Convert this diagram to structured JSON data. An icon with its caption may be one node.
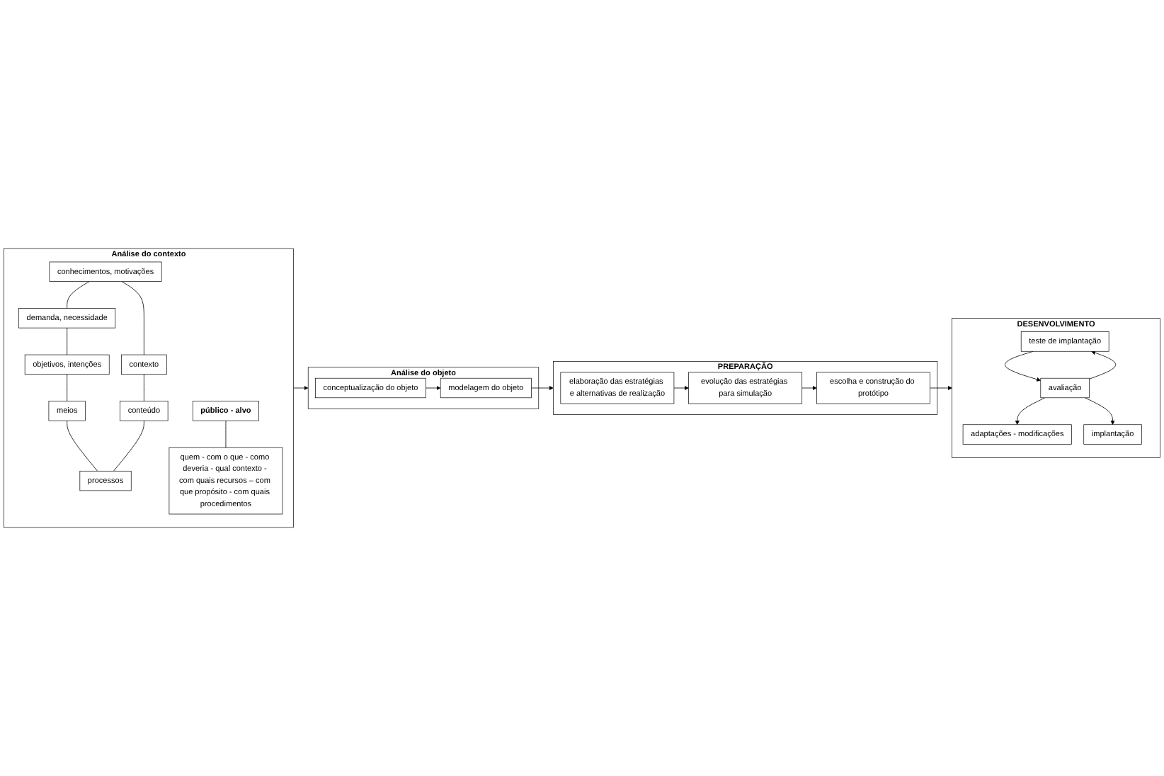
{
  "diagram": {
    "nodes": [
      {
        "text": [
          "Análise do objeto"
        ]
      },
      {
        "text": [
          "conceptualização do objeto"
        ],
        "in": 0
      },
      {
        "text": [
          "modelagem do objeto"
        ],
        "in": 0
      },
      {
        "text": [
          "Análise do contexto"
        ]
      },
      {
        "text": [
          "conhecimentos, motivações"
        ],
        "in": 3
      },
      {
        "text": [
          "demanda, necessidade"
        ],
        "in": 3
      },
      {
        "text": [
          "objetivos, intenções"
        ],
        "in": 3
      },
      {
        "text": [
          "público - alvo"
        ],
        "in": 3
      },
      {
        "text": [
          "contexto"
        ],
        "in": 3
      },
      {
        "text": [
          "meios"
        ],
        "in": 3
      },
      {
        "text": [
          "conteúdo"
        ],
        "in": 3
      },
      {
        "text": [
          "processos"
        ],
        "in": 3
      },
      {
        "text": [
          "quem - com o que - como deveria - qual contexto - com quais recursos – com que propósito - com quais procedimentos"
        ],
        "in": 3
      },
      {
        "text": [
          "PREPARAÇÃO"
        ]
      },
      {
        "text": [
          "elaboração das estratégias e alternativas de realização"
        ],
        "in": 13
      },
      {
        "text": [
          "evolução das estratégias para simulação"
        ],
        "in": 13
      },
      {
        "text": [
          "escolha e construção do protótipo"
        ],
        "in": 13
      },
      {
        "text": [
          "DESENVOLVIMENTO"
        ]
      },
      {
        "text": [
          "teste de implantação"
        ],
        "in": 17
      },
      {
        "text": [
          "avaliação"
        ],
        "in": 17
      },
      {
        "text": [
          "adaptações - modificações"
        ],
        "in": 17
      },
      {
        "text": [
          "implantação"
        ],
        "in": 17
      }
    ],
    "edges": [
      {
        "from": 3,
        "to": 0,
        "arrow": "to"
      },
      {
        "from": 1,
        "to": 2,
        "arrow": "to"
      },
      {
        "from": 2,
        "to": 13,
        "arrow": "to"
      },
      {
        "from": 4,
        "to": 8,
        "arrow": "none"
      },
      {
        "from": 4,
        "to": 5,
        "arrow": "none"
      },
      {
        "from": 5,
        "to": 6,
        "arrow": "none"
      },
      {
        "from": 6,
        "to": 9,
        "arrow": "none"
      },
      {
        "from": 8,
        "to": 10,
        "arrow": "none"
      },
      {
        "from": 9,
        "to": 11,
        "arrow": "none"
      },
      {
        "from": 10,
        "to": 11,
        "arrow": "none"
      },
      {
        "from": 7,
        "to": 12,
        "arrow": "none"
      },
      {
        "from": 14,
        "to": 15,
        "arrow": "to"
      },
      {
        "from": 15,
        "to": 16,
        "arrow": "to"
      },
      {
        "from": 16,
        "to": 17,
        "arrow": "to"
      },
      {
        "from": 18,
        "to": 19,
        "arrow": "to"
      },
      {
        "from": 19,
        "to": 18,
        "arrow": "to"
      },
      {
        "from": 19,
        "to": 20,
        "arrow": "to"
      },
      {
        "from": 19,
        "to": 21,
        "arrow": "to"
      }
    ]
  }
}
